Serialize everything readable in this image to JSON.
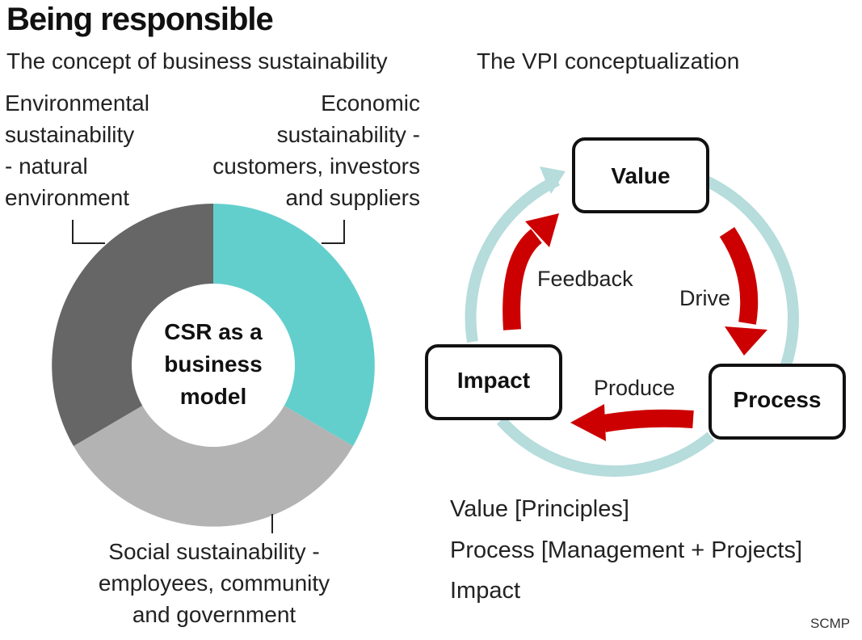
{
  "title": "Being responsible",
  "left_panel": {
    "subtitle": "The concept of business sustainability",
    "center_label_lines": [
      "CSR as a",
      "business",
      "model"
    ],
    "segments": [
      {
        "label": "Economic\nsustainability -\ncustomers, investors\nand suppliers",
        "color": "#63cfcd",
        "share": 0.333
      },
      {
        "label": "Social sustainability -\nemployees, community\nand government",
        "color": "#b3b3b3",
        "share": 0.334
      },
      {
        "label": "Environmental\nsustainability\n- natural\nenvironment",
        "color": "#666666",
        "share": 0.333
      }
    ]
  },
  "right_panel": {
    "subtitle": "The VPI conceptualization",
    "nodes": {
      "value": "Value",
      "process": "Process",
      "impact": "Impact"
    },
    "arrows": {
      "drive": "Drive",
      "produce": "Produce",
      "feedback": "Feedback"
    },
    "colors": {
      "arrow": "#cc0000",
      "ring": "#b6dcdc"
    },
    "legend": [
      "Value [Principles]",
      "Process [Management + Projects]",
      "Impact"
    ]
  },
  "credit": "SCMP"
}
